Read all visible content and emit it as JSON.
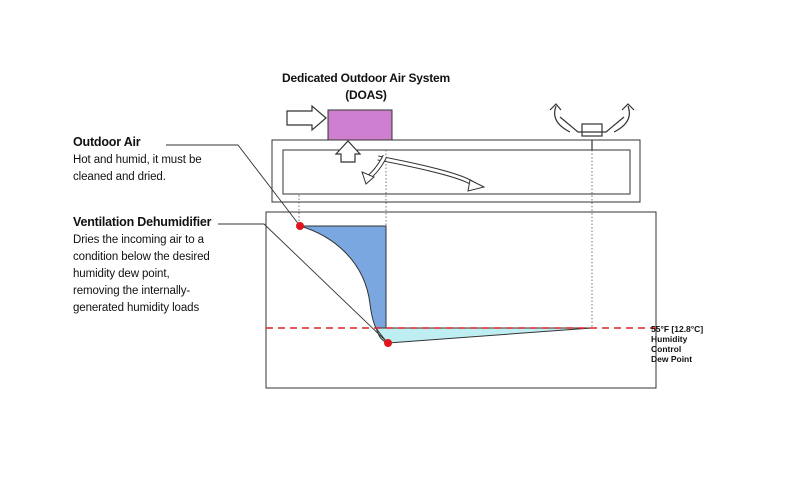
{
  "doas": {
    "title": "Dedicated Outdoor Air System",
    "abbr": "(DOAS)"
  },
  "callouts": [
    {
      "title": "Outdoor Air",
      "description": "Hot and humid, it must be cleaned and dried."
    },
    {
      "title": "Ventilation Dehumidifier",
      "description": "Dries the incoming air to a condition below the desired humidity dew point, removing the internally-generated humidity loads"
    }
  ],
  "dew_point": {
    "temp": "55°F [12.8°C]",
    "line1": "Humidity",
    "line2": "Control",
    "line3": "Dew Point"
  },
  "colors": {
    "doas_unit": "#cf7fcf",
    "outdoor_air_fill": "#7ba7e0",
    "room_air_fill": "#bfeef2",
    "marker": "#e0151b",
    "dew_point_line": "#dc2424",
    "outline": "#333333"
  },
  "icons": [
    "arrow-right-icon",
    "arrow-up-icon",
    "fan-icon",
    "airflow-arrow-icon"
  ]
}
